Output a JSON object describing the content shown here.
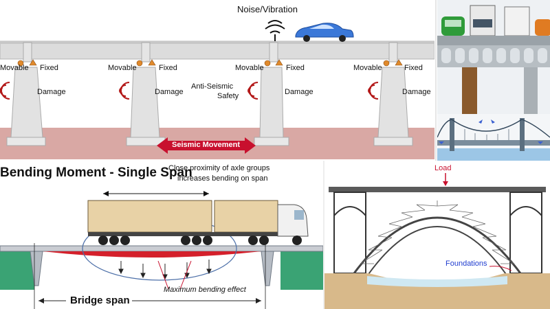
{
  "seismic": {
    "noise_label": "Noise/Vibration",
    "movable": "Movable",
    "fixed": "Fixed",
    "damage": "Damage",
    "safety_line1": "Anti-Seismic",
    "safety_line2": "Safety",
    "seismic_movement": "Seismic Movement"
  },
  "bending": {
    "title": "Bending Moment - Single Span",
    "note_line1": "Close proximity of axle groups",
    "note_line2": "increases bending on span",
    "max_effect": "Maximum bending effect",
    "span": "Bridge span"
  },
  "arch": {
    "load": "Load",
    "foundations": "Foundations"
  },
  "colors": {
    "deck": "#d8d8d8",
    "ground": "#d9a8a4",
    "movement_arrow": "#c8102e",
    "load_text": "#c8102e",
    "foundations_text": "#1f3ccf",
    "grass": "#3aa374"
  }
}
